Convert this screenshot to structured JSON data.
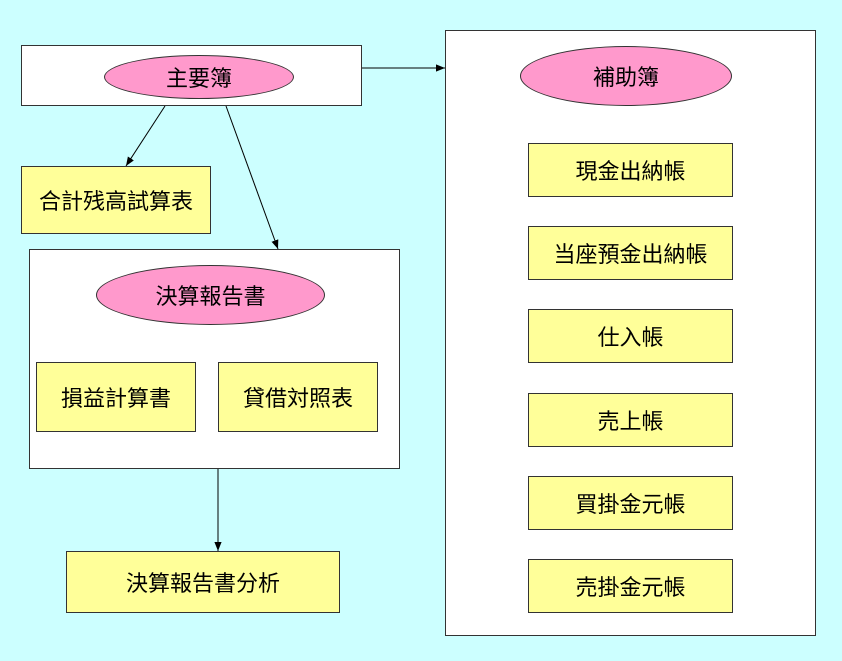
{
  "main_books": {
    "label": "主要簿"
  },
  "trial_balance": {
    "label": "合計残高試算表"
  },
  "financial_reports": {
    "label": "決算報告書",
    "income_statement": "損益計算書",
    "balance_sheet": "貸借対照表"
  },
  "financial_analysis": {
    "label": "決算報告書分析"
  },
  "subsidiary_books": {
    "label": "補助簿",
    "items": [
      "現金出納帳",
      "当座預金出納帳",
      "仕入帳",
      "売上帳",
      "買掛金元帳",
      "売掛金元帳"
    ]
  },
  "colors": {
    "background": "#CCFFFF",
    "box_fill": "#FFFF99",
    "ellipse_fill": "#FF99CC"
  }
}
